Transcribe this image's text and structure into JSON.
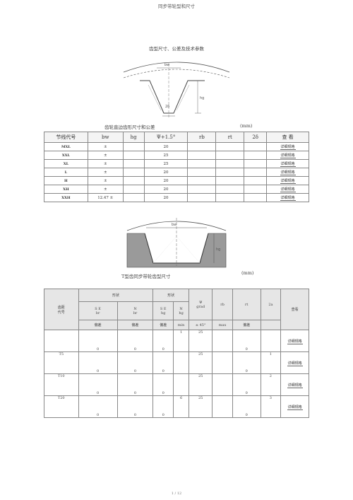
{
  "page": {
    "header": "同步带轮型和尺寸",
    "page_number": "1 / 12"
  },
  "section1": {
    "title": "齿型尺寸、公差及技术参数"
  },
  "table1": {
    "caption": "齿轮直边齿形尺寸和公差",
    "unit": "(mm)",
    "headers": [
      "节线代号",
      "bw",
      "hg",
      "Ψ+1.5°",
      "rb",
      "rt",
      "2δ",
      "查 看"
    ],
    "link_label": "详细规格",
    "rows": [
      {
        "code": "MXL",
        "bw": "±",
        "psi": "20"
      },
      {
        "code": "XXL",
        "bw": "±",
        "psi": "25"
      },
      {
        "code": "XL",
        "bw": "±",
        "psi": "25"
      },
      {
        "code": "L",
        "bw": "±",
        "psi": "20"
      },
      {
        "code": "H",
        "bw": "±",
        "psi": "20"
      },
      {
        "code": "XH",
        "bw": "±",
        "psi": "20"
      },
      {
        "code": "XXH",
        "bw": "12.47 ±",
        "psi": "20"
      }
    ]
  },
  "table2": {
    "caption": "T型齿同步带轮齿型尺寸",
    "unit": "(mm)",
    "head": {
      "code": "齿距\n代号",
      "g1": "形状",
      "g2": "形状",
      "psi_a": "Ψ",
      "psi_b": "grad",
      "rb": "rb",
      "rt": "rt",
      "twodelta": "2a",
      "view": "查看",
      "sub1": "S E",
      "sub1b": "br",
      "sub2": "N",
      "sub2b": "br",
      "sub3": "S E",
      "sub3b": "hg",
      "sub4": "N",
      "sub4b": "hg",
      "tol1": "偏差",
      "tol2": "偏差",
      "tol3": "偏差",
      "tol_min": "min",
      "tol_psi": "± 45°",
      "tol_max": "max",
      "tol4": "偏差"
    },
    "link_label": "详细规格",
    "rows": [
      {
        "code": "",
        "v1": "0",
        "v2": "0",
        "v3": "0",
        "min": "1",
        "psi": "25",
        "dev": "0",
        "twodelta": ""
      },
      {
        "code": "T5",
        "v1": "0",
        "v2": "0",
        "v3": "0",
        "min": "",
        "psi": "25",
        "dev": "0",
        "twodelta": "1"
      },
      {
        "code": "T10",
        "v1": "0",
        "v2": "0",
        "v3": "0",
        "min": "",
        "psi": "25",
        "dev": "0",
        "twodelta": "2"
      },
      {
        "code": "T20",
        "v1": "0",
        "v2": "0",
        "v3": "0",
        "min": "6",
        "psi": "25",
        "dev": "0",
        "twodelta": "3"
      }
    ]
  }
}
